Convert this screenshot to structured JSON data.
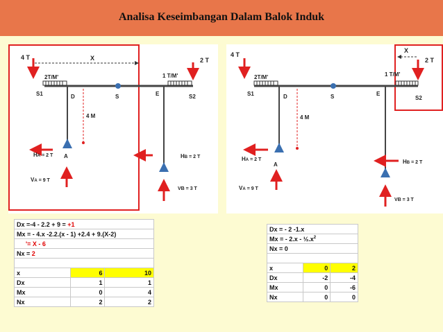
{
  "title": "Analisa Keseimbangan Dalam Balok Induk",
  "left_diagram": {
    "load_4t": "4 T",
    "load_2t": "2 T",
    "x_label": "X",
    "q1": "2T/M'",
    "q2": "1 T/M'",
    "s1": "S1",
    "d": "D",
    "s": "S",
    "e": "E",
    "s2": "S2",
    "height": "4 M",
    "ha_prefix": "H",
    "ha_sub": "A",
    "ha_val": "= 2 T",
    "a": "A",
    "va_prefix": "V",
    "va_sub": "A",
    "va_val": "= 9 T",
    "hb_prefix": "H",
    "hb_sub": "B",
    "hb_val": "= 2 T",
    "vb": "VB = 3 T"
  },
  "right_diagram": {
    "load_4t": "4 T",
    "load_2t": "2 T",
    "x_label": "X",
    "q1": "2T/M'",
    "q2": "1 T/M'",
    "s1": "S1",
    "d": "D",
    "s": "S",
    "e": "E",
    "s2": "S2",
    "height": "4 M",
    "ha_prefix": "H",
    "ha_sub": "A",
    "ha_val": "= 2 T",
    "a": "A",
    "va_prefix": "V",
    "va_sub": "A",
    "va_val": "= 9 T",
    "hb_prefix": "H",
    "hb_sub": "B",
    "hb_val": "= 2 T",
    "vb": "VB = 3 T"
  },
  "left_sheet": {
    "dx_formula": "Dx  =-4 - 2.2 + 9 = ",
    "dx_result": "+1",
    "mx_formula": "Mx = - 4.x -2.2.(x - 1) +2.4 + 9.(X-2)",
    "mx_simplified": "'= X - 6",
    "nx_label": "Nx = ",
    "nx_value": "2",
    "table": {
      "headers": [
        "x",
        "6",
        "10"
      ],
      "rows": [
        [
          "Dx",
          "1",
          "1"
        ],
        [
          "Mx",
          "0",
          "4"
        ],
        [
          "Nx",
          "2",
          "2"
        ]
      ]
    }
  },
  "right_sheet": {
    "dx_formula": "Dx = - 2 -1.x",
    "mx_formula": "Mx = - 2.x - ½.x",
    "mx_sup": "2",
    "nx_formula": "Nx = 0",
    "table": {
      "headers": [
        "x",
        "0",
        "2"
      ],
      "rows": [
        [
          "Dx",
          "-2",
          "-4"
        ],
        [
          "Mx",
          "0",
          "-6"
        ],
        [
          "Nx",
          "0",
          "0"
        ]
      ]
    }
  },
  "colors": {
    "title_bar": "#e8764a",
    "background": "#fdfbd2",
    "arrow": "#e02020",
    "support": "#3a6fb0",
    "highlight_box": "#e02020",
    "cell_highlight": "#ffff00"
  }
}
